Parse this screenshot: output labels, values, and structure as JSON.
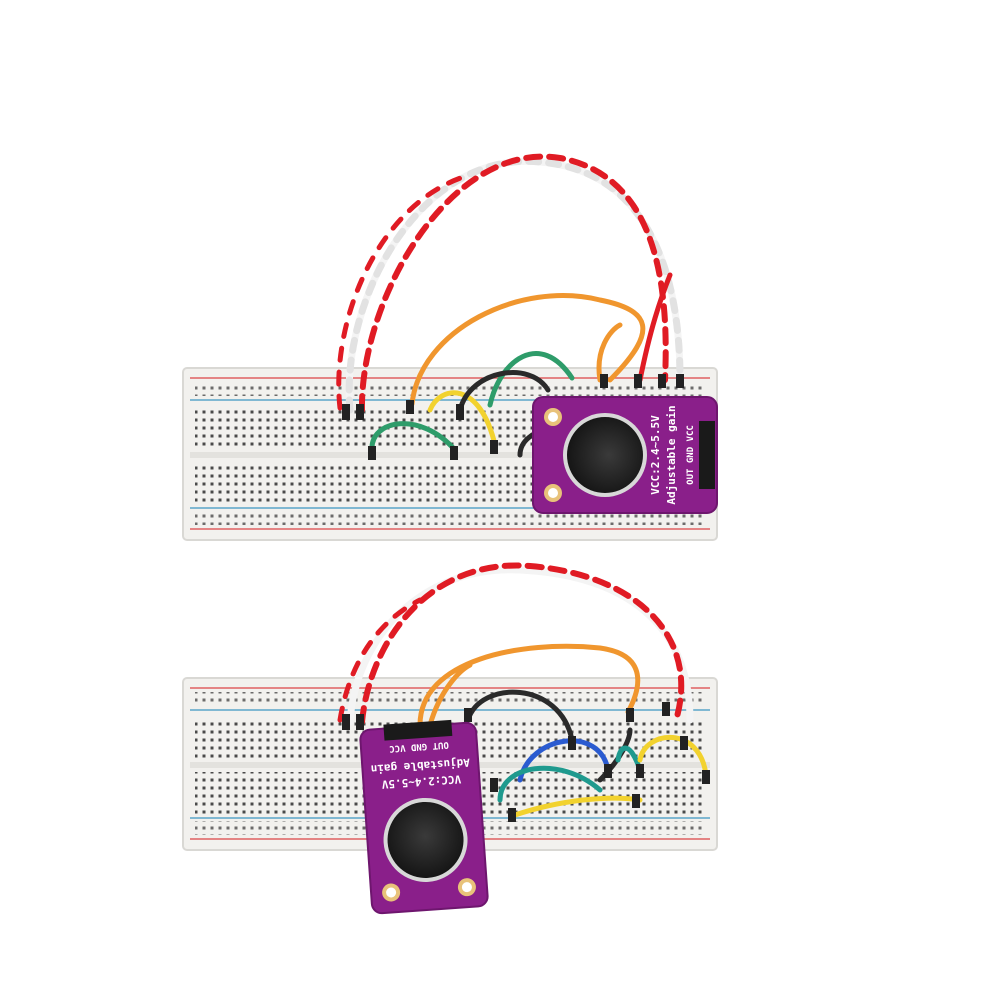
{
  "colors": {
    "background": "#ffffff",
    "breadboard": "#f2f1ee",
    "breadboard_edge": "#d9d8d4",
    "hole": "#4a4a4a",
    "rail_red": "#e06060",
    "rail_blue": "#5aa6c8",
    "pcb_purple": "#8a1f8a",
    "pcb_purple_dark": "#6e166e",
    "mic_capsule": "#2b2b2b",
    "pad_gold": "#e8c27a",
    "wire_red": "#e01b24",
    "wire_white": "#f4f4f4",
    "wire_orange": "#f0962e",
    "wire_green": "#2e9c6a",
    "wire_yellow": "#f2d22e",
    "wire_black": "#2a2a2a",
    "wire_blue": "#2a5bd0",
    "wire_teal": "#1f9a8e"
  },
  "modules": [
    {
      "vcc_label": "VCC:2.4~5.5V",
      "gain_label": "Adjustable gain",
      "pin_labels": [
        "OUT",
        "GND",
        "VCC"
      ]
    },
    {
      "vcc_label": "VCC:2.4~5.5V",
      "gain_label": "Adjustable gain",
      "pin_labels": [
        "OUT",
        "GND",
        "VCC"
      ]
    }
  ]
}
